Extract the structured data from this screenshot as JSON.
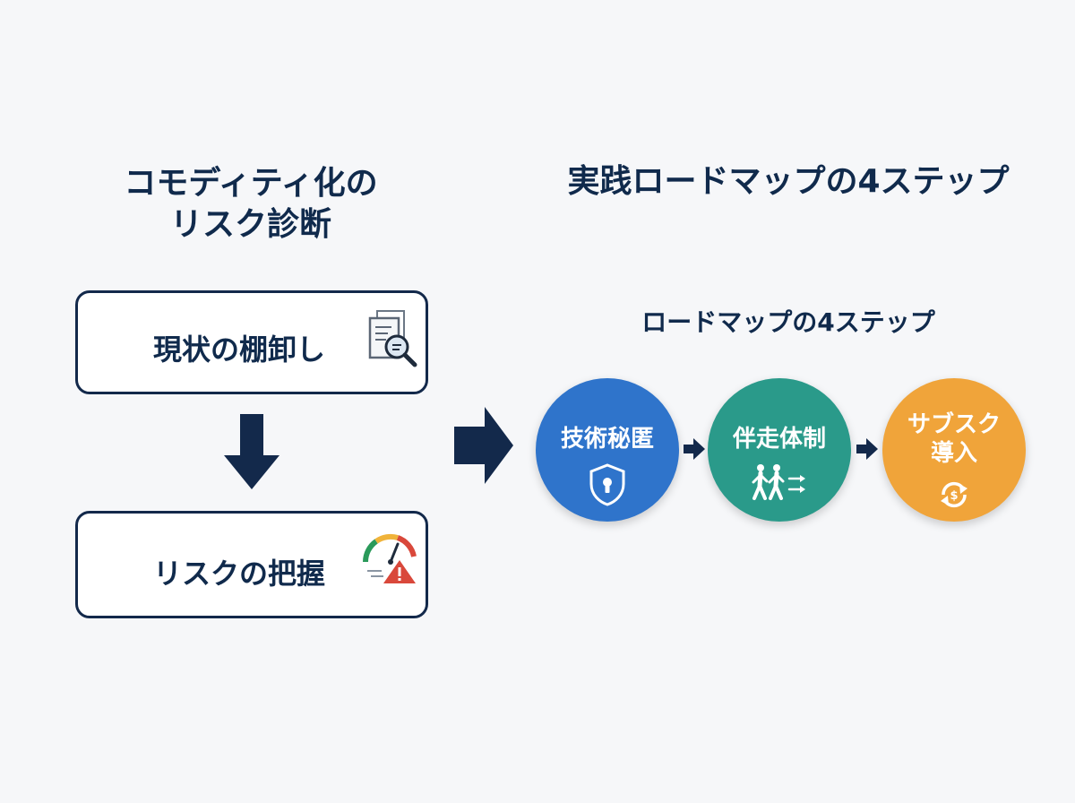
{
  "left_panel": {
    "title_line1": "コモディティ化の",
    "title_line2": "リスク診断",
    "box_current": {
      "label": "現状の棚卸し",
      "icon": "document-search-icon"
    },
    "box_risk": {
      "label": "リスクの把握",
      "icon": "gauge-warning-icon"
    }
  },
  "right_panel": {
    "title": "実践ロードマップの4ステップ",
    "subtitle": "ロードマップの4ステップ",
    "steps": [
      {
        "label": "技術秘匿",
        "icon": "shield-lock-icon",
        "color": "#2f74cb"
      },
      {
        "label": "伴走体制",
        "icon": "walking-people-icon",
        "color": "#2a9a8a"
      },
      {
        "label": "サブスク\n導入",
        "icon": "refresh-cycle-icon",
        "color": "#f0a43a"
      }
    ]
  },
  "colors": {
    "navy": "#13294b",
    "background": "#f6f7f9"
  }
}
